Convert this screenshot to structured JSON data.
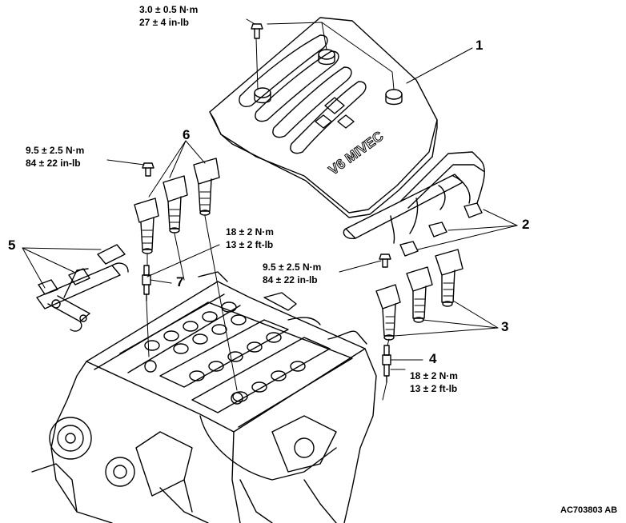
{
  "torque_specs": {
    "cover_bolt": {
      "metric": "3.0 ± 0.5 N·m",
      "imperial": "27 ± 4 in-lb"
    },
    "front_coil_bolt": {
      "metric": "9.5 ± 2.5 N·m",
      "imperial": "84 ± 22 in-lb"
    },
    "front_spark_plug": {
      "metric": "18 ± 2 N·m",
      "imperial": "13 ± 2 ft-lb"
    },
    "rear_coil_bolt": {
      "metric": "9.5 ± 2.5 N·m",
      "imperial": "84 ± 22 in-lb"
    },
    "rear_spark_plug": {
      "metric": "18 ± 2 N·m",
      "imperial": "13 ± 2 ft-lb"
    }
  },
  "callouts": {
    "c1": "1",
    "c2": "2",
    "c3": "3",
    "c4": "4",
    "c5": "5",
    "c6": "6",
    "c7": "7"
  },
  "cover_emblem_text": "V6 MIVEC",
  "figure_code": "AC703803 AB",
  "colors": {
    "line": "#000000",
    "background": "#ffffff"
  }
}
